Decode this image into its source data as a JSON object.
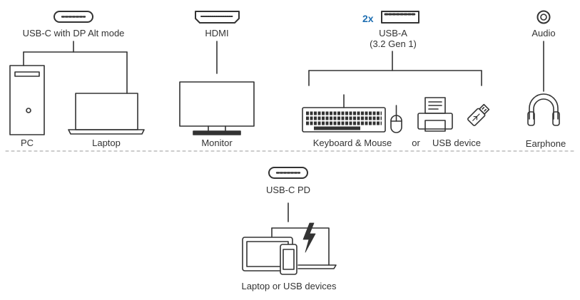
{
  "top_row": {
    "usbc_dp": {
      "port_label": "USB-C with DP Alt mode",
      "devices": [
        {
          "label": "PC",
          "icon": "pc-tower-icon"
        },
        {
          "label": "Laptop",
          "icon": "laptop-icon"
        }
      ]
    },
    "hdmi": {
      "port_label": "HDMI",
      "device_label": "Monitor",
      "icon": "monitor-icon"
    },
    "usba": {
      "multiplier": "2x",
      "port_label_line1": "USB-A",
      "port_label_line2": "(3.2 Gen 1)",
      "device_label_a": "Keyboard & Mouse",
      "connector_word": "or",
      "device_label_b": "USB device",
      "icons": [
        "keyboard-icon",
        "mouse-icon",
        "printer-icon",
        "usb-stick-icon"
      ]
    },
    "audio": {
      "port_label": "Audio",
      "device_label": "Earphone",
      "icon": "headphone-icon"
    }
  },
  "bottom_row": {
    "port_label": "USB-C PD",
    "device_label": "Laptop or USB devices",
    "icon": "devices-charging-icon"
  },
  "colors": {
    "line": "#333333",
    "accent": "#1f6fb2",
    "divider": "#9a9a9a"
  }
}
